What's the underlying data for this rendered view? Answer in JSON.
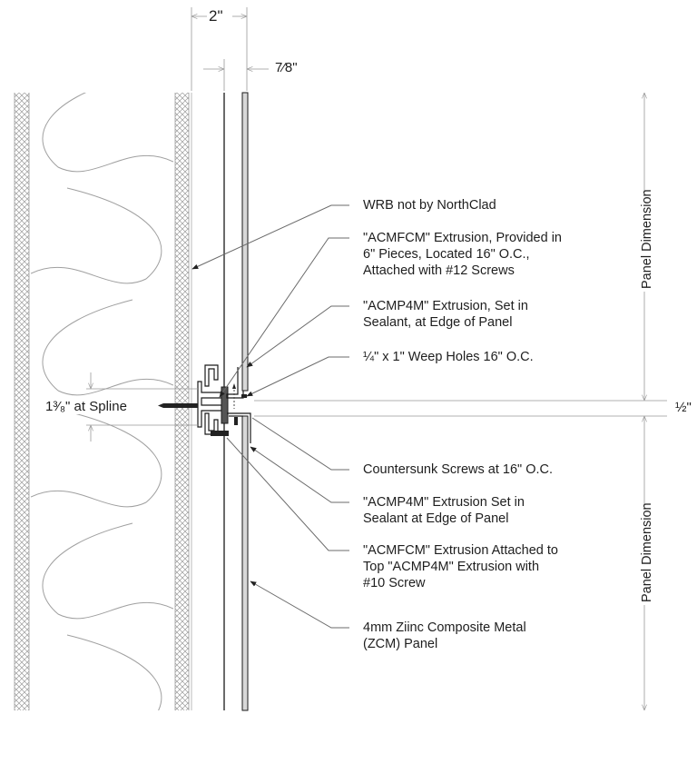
{
  "title": "Ziinc Composite Metal Panel Wall Section Detail",
  "dimensions": {
    "top_overall": "2\"",
    "top_panel": "7⁄8\"",
    "spline": "1³⁄₈\" at Spline",
    "joint_gap": "½\"",
    "panel_upper": "Panel Dimension",
    "panel_lower": "Panel Dimension"
  },
  "callouts": [
    {
      "id": "wrb",
      "text": "WRB not by NorthClad"
    },
    {
      "id": "acmfcm-top",
      "text": "\"ACMFCM\" Extrusion, Provided in\n6\" Pieces, Located 16\" O.C.,\nAttached with #12 Screws"
    },
    {
      "id": "acmp4m-top",
      "text": "\"ACMP4M\" Extrusion, Set in\nSealant, at Edge of Panel"
    },
    {
      "id": "weep",
      "text": "¼\" x 1\" Weep Holes 16\" O.C."
    },
    {
      "id": "countersunk",
      "text": "Countersunk Screws at 16\" O.C."
    },
    {
      "id": "acmp4m-bottom",
      "text": "\"ACMP4M\" Extrusion Set in\nSealant at Edge of Panel"
    },
    {
      "id": "acmfcm-bottom",
      "text": "\"ACMFCM\" Extrusion Attached to\nTop \"ACMP4M\" Extrusion with\n#10 Screw"
    },
    {
      "id": "panel",
      "text": "4mm Ziinc Composite Metal\n(ZCM) Panel"
    }
  ],
  "colors": {
    "line": "#1a1a1a",
    "leader": "#6b6b6b",
    "dim": "#9a9a9a",
    "hatch": "#8c8c8c"
  }
}
